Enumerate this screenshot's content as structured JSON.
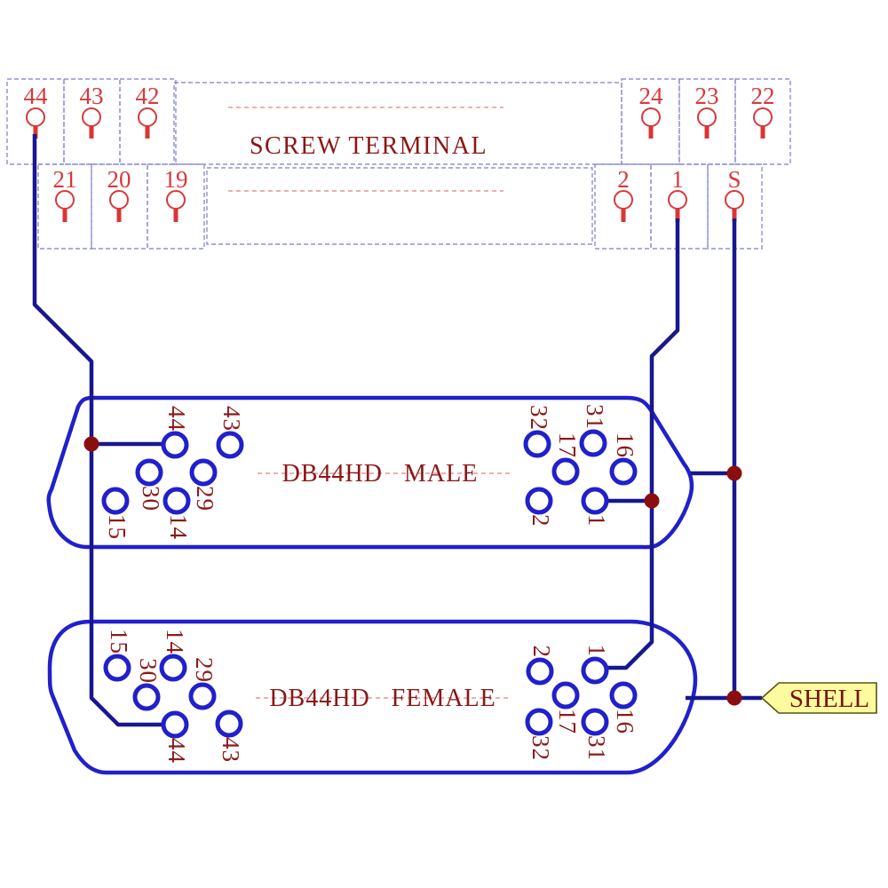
{
  "screw_terminal": {
    "title": "SCREW TERMINAL",
    "row1": [
      "44",
      "43",
      "42",
      "24",
      "23",
      "22"
    ],
    "row2": [
      "21",
      "20",
      "19",
      "2",
      "1",
      "S"
    ]
  },
  "male": {
    "title": "DB44HD   MALE",
    "pins": [
      "44",
      "43",
      "30",
      "29",
      "15",
      "14",
      "32",
      "31",
      "17",
      "16",
      "2",
      "1"
    ]
  },
  "female": {
    "title": "DB44HD   FEMALE",
    "pins": [
      "15",
      "14",
      "30",
      "29",
      "44",
      "43",
      "2",
      "1",
      "17",
      "16",
      "32",
      "31"
    ]
  },
  "shell": {
    "label": "SHELL"
  },
  "colors": {
    "wire": "#17178f",
    "connector_outline": "#2020cc",
    "terminal_number_red": "#d8383c",
    "screw_stem_red": "#dd3434",
    "dark_red_text": "#8b1a1a",
    "junction_dot": "#8b0e0e",
    "cell_dashed_border": "#7b7bd0",
    "title_dashed_line": "#ec9494",
    "shell_tag_fill": "#fcfc9e",
    "shell_tag_border": "#55550f"
  }
}
